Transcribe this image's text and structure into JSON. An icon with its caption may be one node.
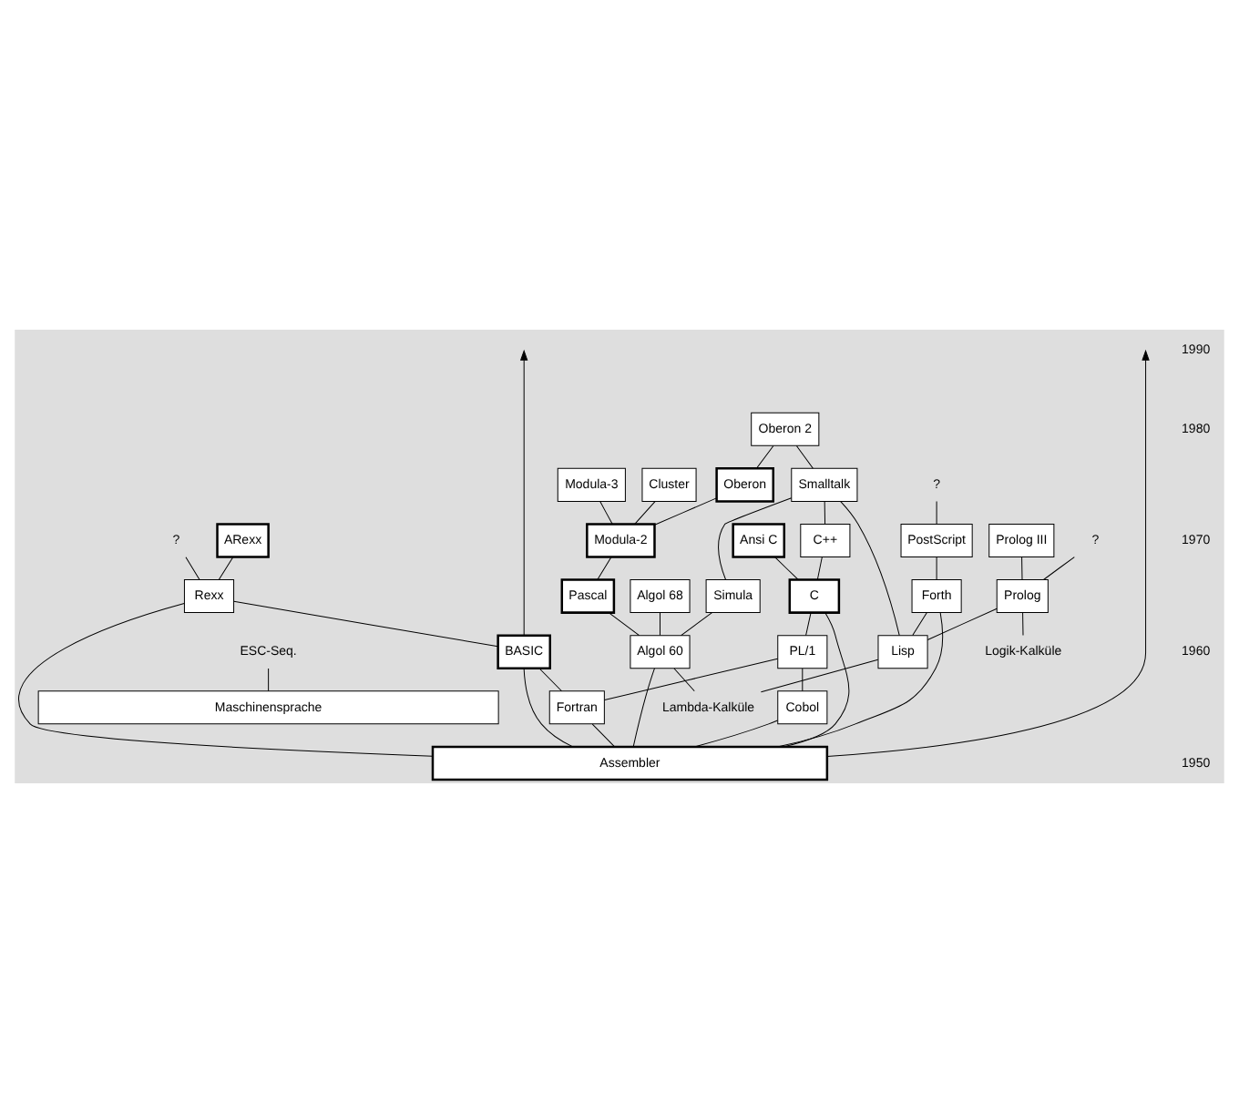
{
  "diagram": {
    "nodes": [
      {
        "text": [
          "Oberon 2"
        ]
      },
      {
        "text": [
          "Cluster"
        ]
      },
      {
        "text": [
          "ARexx"
        ]
      },
      {
        "text": [
          "Ansi C"
        ]
      },
      {
        "text": [
          "Oberon"
        ]
      },
      {
        "text": [
          "Modula-3"
        ]
      },
      {
        "text": [
          "Prolog III"
        ]
      },
      {
        "text": [
          "C++"
        ]
      },
      {
        "text": [
          "Rexx"
        ]
      },
      {
        "text": [
          "Modula-2"
        ]
      },
      {
        "text": [
          "Smalltalk"
        ]
      },
      {
        "text": [
          "C"
        ]
      },
      {
        "text": [
          "PostScript"
        ]
      },
      {
        "text": [
          "Prolog"
        ]
      },
      {
        "text": [
          "?"
        ]
      },
      {
        "text": [
          "Forth"
        ]
      },
      {
        "text": [
          "?"
        ]
      },
      {
        "text": [
          "?"
        ]
      },
      {
        "text": [
          "Pascal"
        ]
      },
      {
        "text": [
          "Algol 68"
        ]
      },
      {
        "text": [
          "Simula"
        ]
      },
      {
        "text": [
          "ESC-Seq."
        ]
      },
      {
        "text": [
          "BASIC"
        ]
      },
      {
        "text": [
          "PL/1"
        ]
      },
      {
        "text": [
          "Lisp"
        ]
      },
      {
        "text": [
          "Cobol"
        ]
      },
      {
        "text": [
          "Algol 60"
        ]
      },
      {
        "text": [
          "Lambda-Kalküle"
        ]
      },
      {
        "text": [
          "Logik-Kalküle"
        ]
      },
      {
        "text": [
          "Fortran"
        ]
      },
      {
        "text": [
          "Assembler"
        ]
      },
      {
        "text": [
          "Maschinensprache"
        ]
      }
    ],
    "edges": [
      {
        "from": 30,
        "to": null,
        "arrow": "to"
      },
      {
        "from": 22,
        "to": null,
        "arrow": "to"
      },
      {
        "from": 30,
        "to": 8,
        "arrow": "none"
      },
      {
        "from": 22,
        "to": 8,
        "arrow": "none"
      },
      {
        "from": 8,
        "to": 2,
        "arrow": "none"
      },
      {
        "from": 8,
        "to": 14,
        "arrow": "none"
      },
      {
        "from": 30,
        "to": 22,
        "arrow": "none"
      },
      {
        "from": 29,
        "to": 22,
        "arrow": "none"
      },
      {
        "from": 30,
        "to": 29,
        "arrow": "none"
      },
      {
        "from": 29,
        "to": 23,
        "arrow": "none"
      },
      {
        "from": 25,
        "to": 23,
        "arrow": "none"
      },
      {
        "from": 30,
        "to": 25,
        "arrow": "none"
      },
      {
        "from": 23,
        "to": 11,
        "arrow": "none"
      },
      {
        "from": 30,
        "to": 11,
        "arrow": "none"
      },
      {
        "from": 11,
        "to": 3,
        "arrow": "none"
      },
      {
        "from": 11,
        "to": 7,
        "arrow": "none"
      },
      {
        "from": 7,
        "to": 10,
        "arrow": "none"
      },
      {
        "from": 4,
        "to": 0,
        "arrow": "none"
      },
      {
        "from": 10,
        "to": 0,
        "arrow": "none"
      },
      {
        "from": 9,
        "to": 4,
        "arrow": "none"
      },
      {
        "from": 9,
        "to": 5,
        "arrow": "none"
      },
      {
        "from": 9,
        "to": 1,
        "arrow": "none"
      },
      {
        "from": 18,
        "to": 9,
        "arrow": "none"
      },
      {
        "from": 20,
        "to": 10,
        "arrow": "none"
      },
      {
        "from": 24,
        "to": 10,
        "arrow": "none"
      },
      {
        "from": 26,
        "to": 18,
        "arrow": "none"
      },
      {
        "from": 26,
        "to": 20,
        "arrow": "none"
      },
      {
        "from": 26,
        "to": 19,
        "arrow": "none"
      },
      {
        "from": 30,
        "to": 26,
        "arrow": "none"
      },
      {
        "from": 27,
        "to": 26,
        "arrow": "none"
      },
      {
        "from": 27,
        "to": 24,
        "arrow": "none"
      },
      {
        "from": 24,
        "to": 15,
        "arrow": "none"
      },
      {
        "from": 30,
        "to": 15,
        "arrow": "none"
      },
      {
        "from": 15,
        "to": 12,
        "arrow": "none"
      },
      {
        "from": 12,
        "to": 16,
        "arrow": "none"
      },
      {
        "from": 24,
        "to": 13,
        "arrow": "none"
      },
      {
        "from": 28,
        "to": 13,
        "arrow": "none"
      },
      {
        "from": 13,
        "to": 17,
        "arrow": "none"
      },
      {
        "from": 13,
        "to": 6,
        "arrow": "none"
      },
      {
        "from": 31,
        "to": 21,
        "arrow": "none"
      }
    ],
    "labels": [
      "1990",
      "1980",
      "1970",
      "1960",
      "1950"
    ]
  }
}
